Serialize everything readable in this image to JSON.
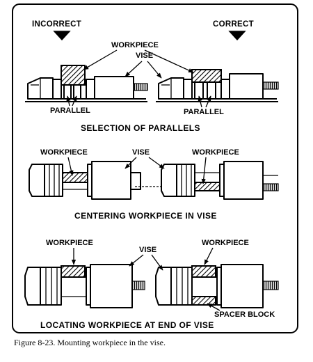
{
  "header": {
    "incorrect": "INCORRECT",
    "correct": "CORRECT"
  },
  "section1": {
    "workpiece_label": "WORKPIECE",
    "vise_label": "VISE",
    "parallel_label_left": "PARALLEL",
    "parallel_label_right": "PARALLEL",
    "title": "SELECTION OF PARALLELS"
  },
  "section2": {
    "workpiece_label_left": "WORKPIECE",
    "vise_label": "VISE",
    "workpiece_label_right": "WORKPIECE",
    "title": "CENTERING WORKPIECE IN VISE"
  },
  "section3": {
    "workpiece_label_left": "WORKPIECE",
    "vise_label": "VISE",
    "workpiece_label_right": "WORKPIECE",
    "spacer_label": "SPACER BLOCK",
    "title": "LOCATING WORKPIECE AT END OF VISE"
  },
  "caption": "Figure  8-23. Mounting workpiece in the vise."
}
